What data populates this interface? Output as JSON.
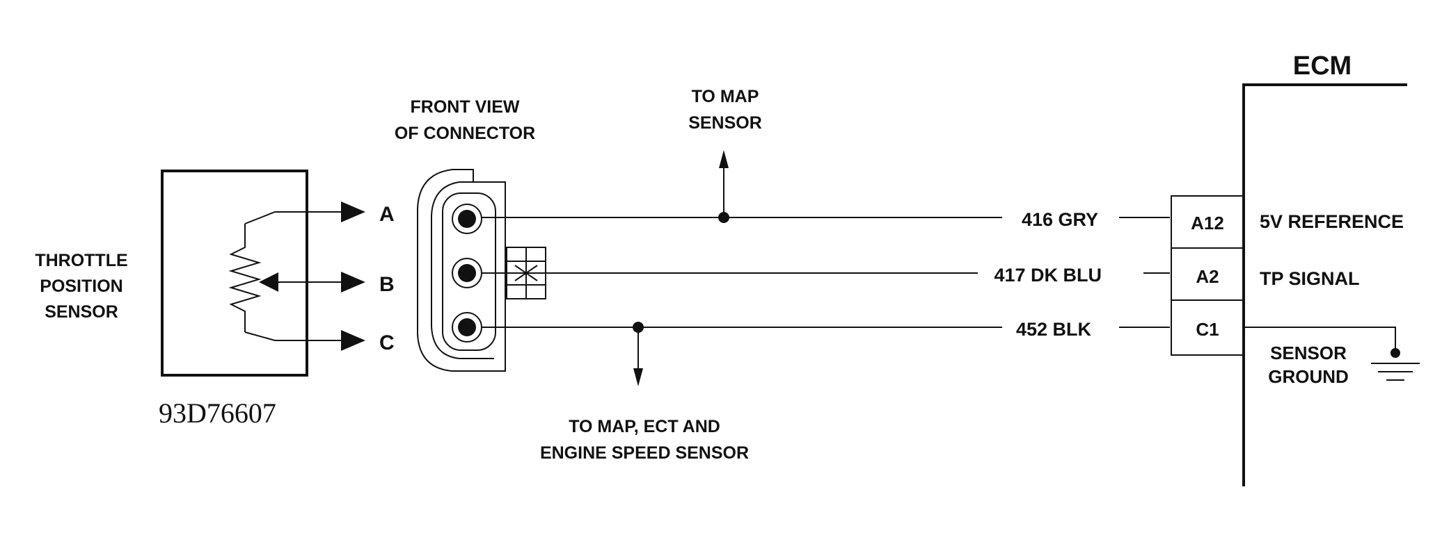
{
  "sensor": {
    "title_lines": [
      "THROTTLE",
      "POSITION",
      "SENSOR"
    ],
    "part_number": "93D76607",
    "pins": [
      "A",
      "B",
      "C"
    ]
  },
  "connector": {
    "caption_lines": [
      "FRONT VIEW",
      "OF CONNECTOR"
    ]
  },
  "branches": {
    "top_lines": [
      "TO MAP",
      "SENSOR"
    ],
    "bottom_lines": [
      "TO MAP, ECT AND",
      "ENGINE SPEED SENSOR"
    ]
  },
  "wires": [
    {
      "label": "416 GRY",
      "ecm_pin": "A12",
      "function": "5V REFERENCE"
    },
    {
      "label": "417 DK BLU",
      "ecm_pin": "A2",
      "function": "TP SIGNAL"
    },
    {
      "label": "452 BLK",
      "ecm_pin": "C1",
      "function_lines": [
        "SENSOR",
        "GROUND"
      ]
    }
  ],
  "ecm": {
    "title": "ECM"
  }
}
